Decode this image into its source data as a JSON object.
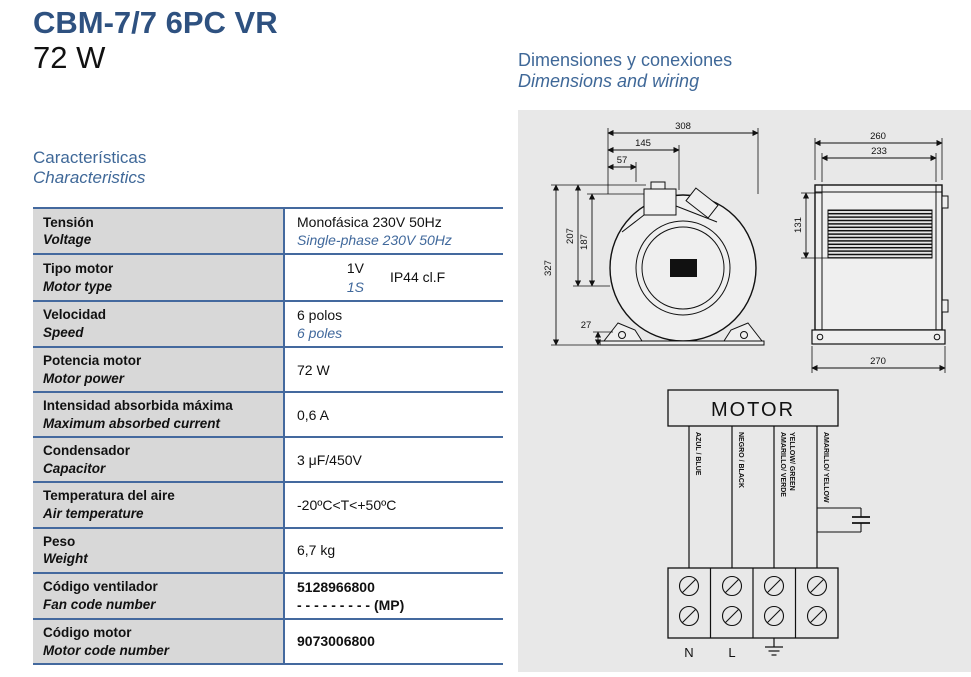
{
  "header": {
    "model": "CBM-7/7 6PC VR",
    "power": "72 W"
  },
  "dimensions_header": {
    "es": "Dimensiones y conexiones",
    "en": "Dimensions and wiring"
  },
  "characteristics": {
    "es": "Características",
    "en": "Characteristics",
    "rows": [
      {
        "label_es": "Tensión",
        "label_en": "Voltage",
        "value": "Monofásica 230V 50Hz",
        "value_en": "Single-phase 230V 50Hz"
      },
      {
        "label_es": "Tipo motor",
        "label_en": "Motor type",
        "value": "1V",
        "value_en": "1S",
        "value_extra": "IP44 cl.F"
      },
      {
        "label_es": "Velocidad",
        "label_en": "Speed",
        "value": "6 polos",
        "value_en": "6 poles"
      },
      {
        "label_es": "Potencia motor",
        "label_en": "Motor power",
        "value": "72 W"
      },
      {
        "label_es": "Intensidad absorbida máxima",
        "label_en": "Maximum absorbed current",
        "value": "0,6 A"
      },
      {
        "label_es": "Condensador",
        "label_en": "Capacitor",
        "value": "3 μF/450V"
      },
      {
        "label_es": "Temperatura del aire",
        "label_en": "Air temperature",
        "value": "-20ºC<T<+50ºC"
      },
      {
        "label_es": "Peso",
        "label_en": "Weight",
        "value": "6,7 kg"
      },
      {
        "label_es": "Código ventilador",
        "label_en": "Fan code number",
        "value": "5128966800",
        "value_line2": "- - - - - - - - - (MP)"
      },
      {
        "label_es": "Código motor",
        "label_en": "Motor code number",
        "value": "9073006800"
      }
    ]
  },
  "drawing": {
    "front": {
      "total_width": "308",
      "mid_width": "145",
      "small_width": "57",
      "total_height": "327",
      "mid_height": "207",
      "inner_height": "187",
      "foot": "27"
    },
    "side": {
      "total_width": "260",
      "inner_width": "233",
      "motor_height": "131",
      "base_depth": "270"
    }
  },
  "wiring": {
    "motor": "MOTOR",
    "wire1": "AZUL / BLUE",
    "wire2": "NEGRO / BLACK",
    "wire3a": "AMARILLO/ VERDE",
    "wire3b": "YELLOW/ GREEN",
    "wire4": "AMARILLO/ YELLOW",
    "n": "N",
    "l": "L"
  }
}
